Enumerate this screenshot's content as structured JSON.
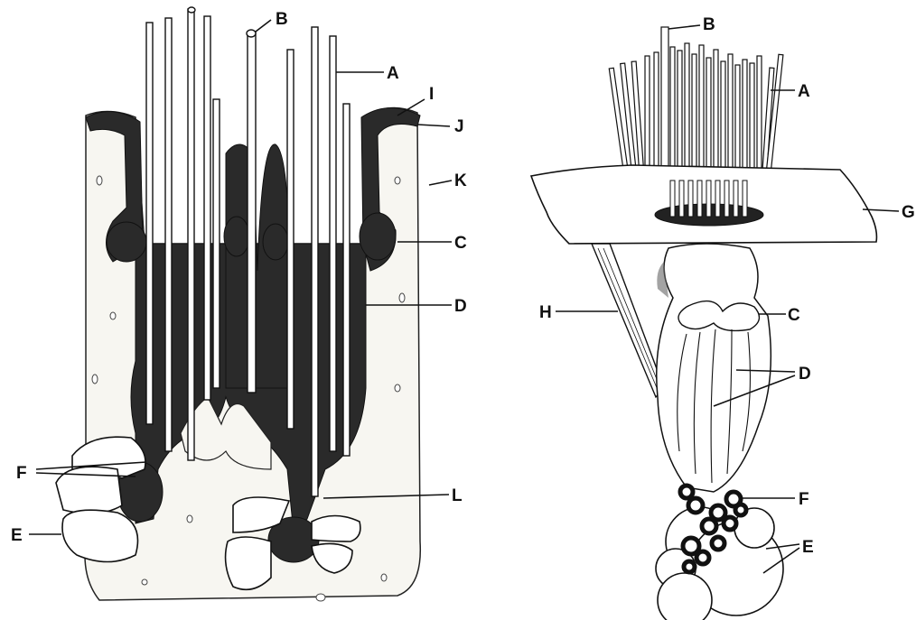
{
  "figure": {
    "left_panel": {
      "labels": [
        "B",
        "A",
        "I",
        "J",
        "K",
        "C",
        "D",
        "F",
        "L",
        "E"
      ]
    },
    "right_panel": {
      "labels": [
        "B",
        "A",
        "G",
        "H",
        "C",
        "D",
        "F",
        "E"
      ]
    }
  }
}
